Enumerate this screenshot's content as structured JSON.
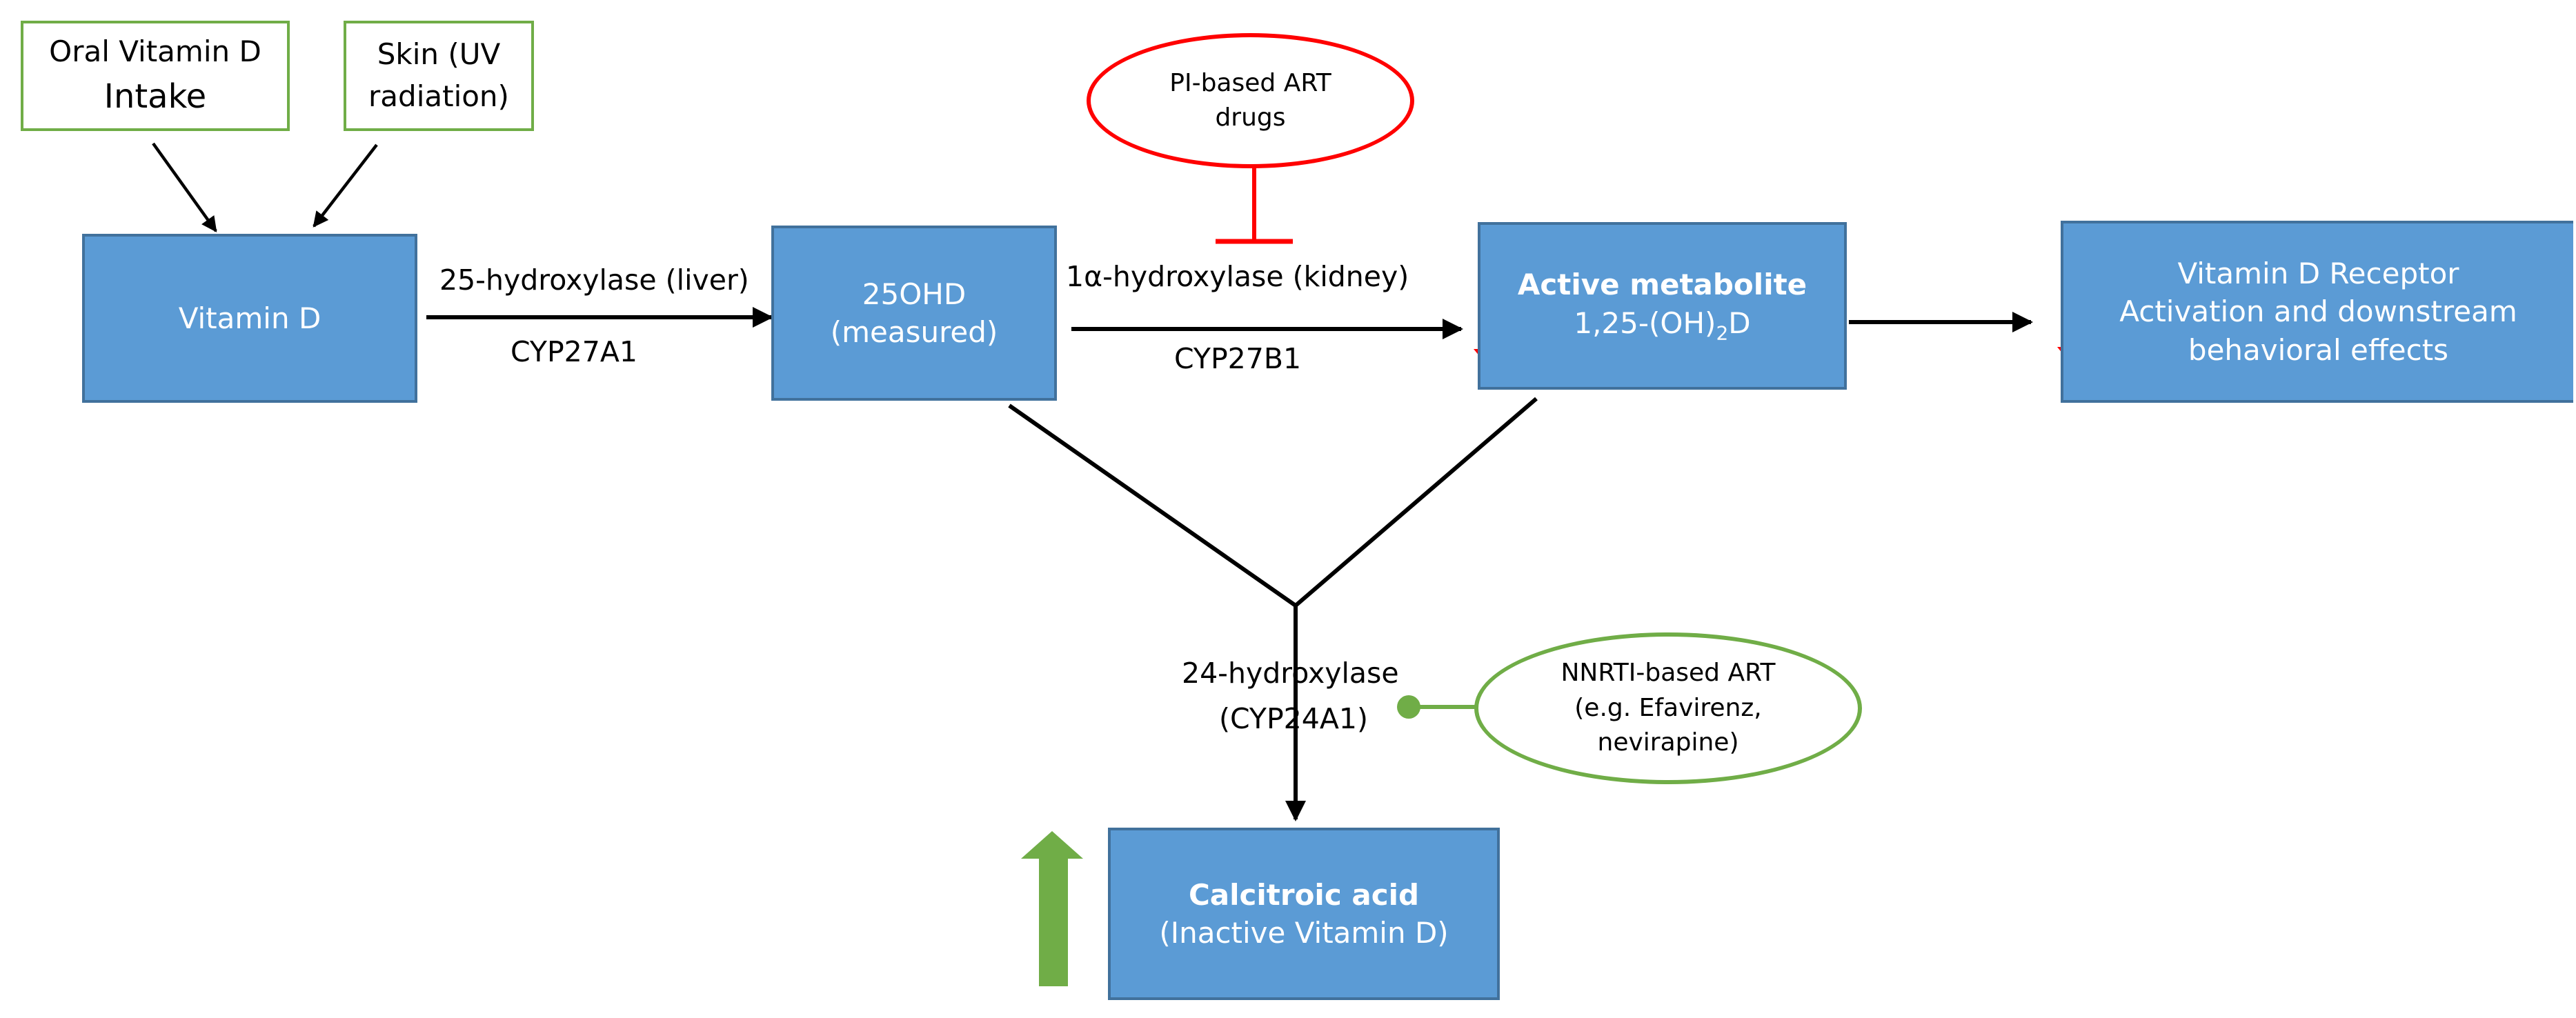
{
  "inputs": {
    "oral": {
      "line1": "Oral Vitamin D",
      "line2": "Intake"
    },
    "skin": {
      "line1": "Skin (UV",
      "line2": "radiation)"
    }
  },
  "nodes": {
    "vitamin_d": "Vitamin D",
    "ohd25": {
      "line1": "25OHD",
      "line2": "(measured)"
    },
    "active": {
      "line1": "Active metabolite",
      "line2_a": "1,25-(OH)",
      "line2_sub": "2",
      "line2_b": "D"
    },
    "receptor": {
      "line1": "Vitamin D Receptor",
      "line2": "Activation and downstream",
      "line3": "behavioral effects"
    },
    "calcitroic": {
      "line1": "Calcitroic acid",
      "line2": "(Inactive Vitamin D)"
    }
  },
  "enzymes": {
    "liver": {
      "name": "25-hydroxylase (liver)",
      "gene": "CYP27A1"
    },
    "kidney": {
      "name": "1α-hydroxylase (kidney)",
      "gene": "CYP27B1"
    },
    "hydroxylase24": {
      "name": "24-hydroxylase",
      "gene": "(CYP24A1)"
    }
  },
  "drugs": {
    "pi": {
      "line1": "PI-based ART",
      "line2": "drugs"
    },
    "nnrti": {
      "line1": "NNRTI-based ART",
      "line2": "(e.g. Efavirenz,",
      "line3": "nevirapine)"
    }
  },
  "colors": {
    "node_fill": "#5b9bd5",
    "node_border": "#41719c",
    "input_border": "#70ad47",
    "inhibit": "#ff0000",
    "induce": "#70ad47",
    "decrease_arrow": "#ff0000",
    "increase_arrow": "#70ad47"
  },
  "indicators": {
    "active_metabolite": "decrease",
    "receptor_activation": "decrease",
    "calcitroic_acid": "increase"
  }
}
